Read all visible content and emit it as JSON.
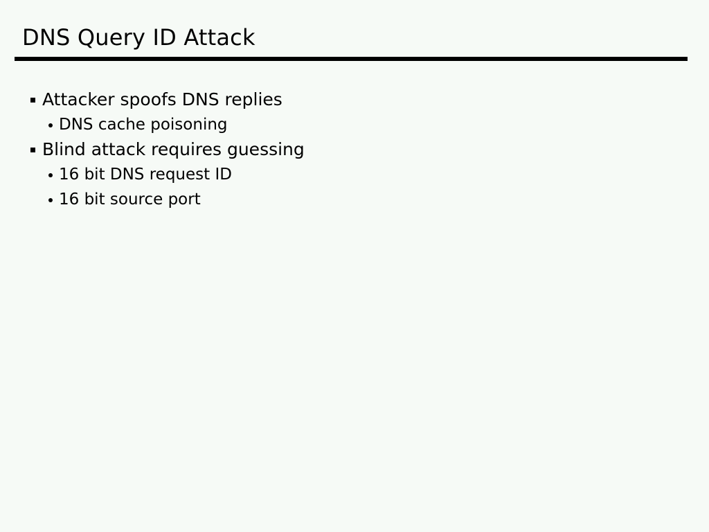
{
  "slide": {
    "title": "DNS Query ID Attack",
    "background_color": "#f6faf6",
    "text_color": "#000000",
    "rule_color": "#000000",
    "content": [
      {
        "level": 1,
        "marker": "square-bullet",
        "text": "Attacker spoofs DNS replies"
      },
      {
        "level": 2,
        "marker": "round-bullet",
        "text": "DNS cache poisoning"
      },
      {
        "level": 1,
        "marker": "square-bullet",
        "text": "Blind attack requires guessing"
      },
      {
        "level": 2,
        "marker": "round-bullet",
        "text": "16 bit DNS request ID"
      },
      {
        "level": 2,
        "marker": "round-bullet",
        "text": "16 bit source port"
      }
    ]
  }
}
